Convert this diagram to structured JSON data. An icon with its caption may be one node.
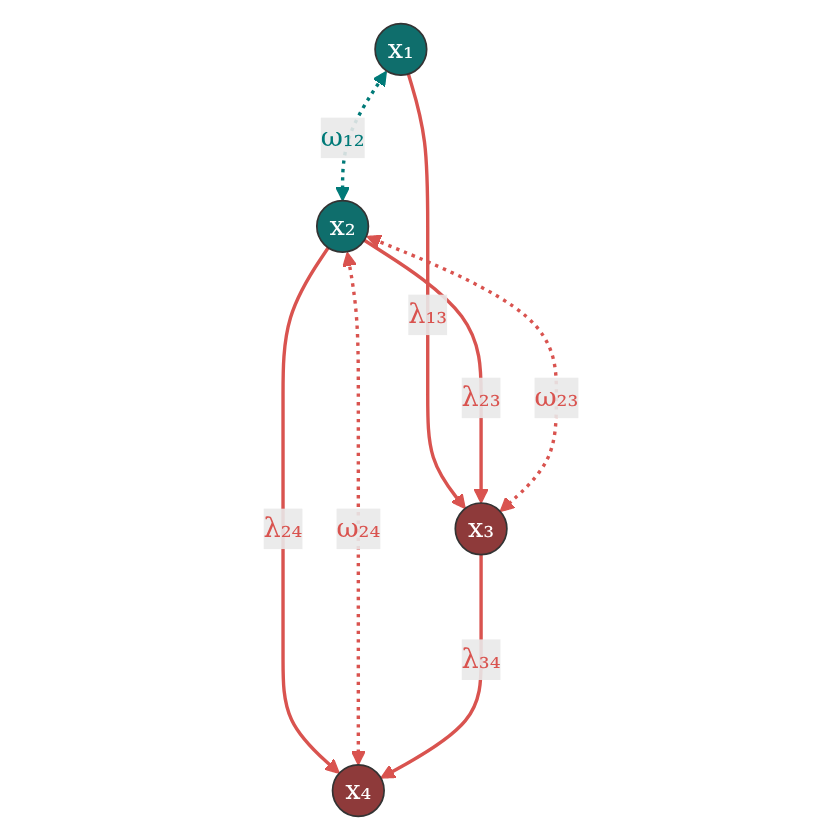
{
  "diagram": {
    "nodes": [
      {
        "text": [
          "x₁"
        ]
      },
      {
        "text": [
          "x₂"
        ]
      },
      {
        "text": [
          "x₃"
        ]
      },
      {
        "text": [
          "x₄"
        ]
      }
    ],
    "edges": [
      {
        "from": 0,
        "to": 1,
        "arrow": "both",
        "label": "ω₁₂",
        "style": "dashed",
        "color": "#007a78"
      },
      {
        "from": 0,
        "to": 2,
        "arrow": "to",
        "label": "λ₁₃"
      },
      {
        "from": 1,
        "to": 2,
        "arrow": "to",
        "label": "λ₂₃"
      },
      {
        "from": 1,
        "to": 3,
        "arrow": "to",
        "label": "λ₂₄"
      },
      {
        "from": 1,
        "to": 2,
        "arrow": "both",
        "label": "ω₂₃",
        "style": "dashed"
      },
      {
        "from": 1,
        "to": 3,
        "arrow": "both",
        "label": "ω₂₄",
        "style": "dashed"
      },
      {
        "from": 2,
        "to": 3,
        "arrow": "to",
        "label": "λ₃₄"
      }
    ]
  }
}
